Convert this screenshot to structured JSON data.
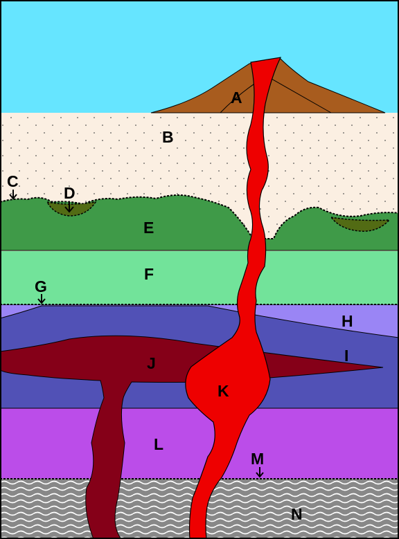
{
  "labels": {
    "A": "A",
    "B": "B",
    "C": "C",
    "D": "D",
    "E": "E",
    "F": "F",
    "G": "G",
    "H": "H",
    "I": "I",
    "J": "J",
    "K": "K",
    "L": "L",
    "M": "M",
    "N": "N"
  },
  "colors": {
    "sky": "#66e5ff",
    "volcano": "#a85c1e",
    "sandstone": "#fbefe2",
    "layer_e": "#3f9a48",
    "channel_d": "#526b14",
    "layer_f": "#72e39a",
    "layer_h": "#9a85f5",
    "layer_i": "#5151b6",
    "intrusion_j": "#850018",
    "dike_k": "#ee0000",
    "layer_l": "#bb4de9",
    "basement_n": "#888888"
  }
}
